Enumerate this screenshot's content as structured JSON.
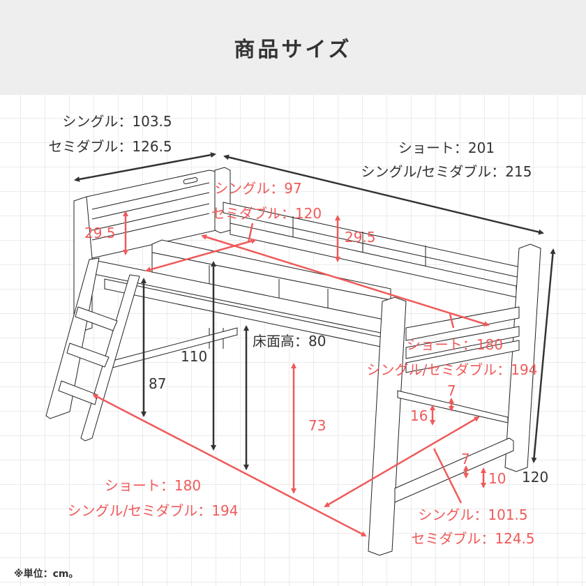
{
  "header": {
    "title": "商品サイズ",
    "background": "#eeeeee"
  },
  "colors": {
    "dimension_dark": "#333333",
    "dimension_red": "#ef5a5a",
    "grid": "#ebebeb",
    "line_art": "#222222"
  },
  "labels": {
    "width_overall": {
      "single": "シングル：103.5",
      "semi_double": "セミダブル：126.5"
    },
    "length_overall": {
      "short": "ショート：201",
      "single_semi": "シングル/セミダブル：215"
    },
    "inner_width": {
      "single": "シングル：97",
      "semi_double": "セミダブル：120"
    },
    "headboard_height": "29.5",
    "guard_height": "29.5",
    "inner_length": {
      "short": "ショート：180",
      "single_semi": "シングル/セミダブル：194"
    },
    "ladder_clearance": "87",
    "guard_top_height": "110",
    "floor_height": "床面高：80",
    "under_clearance": "73",
    "rail_thickness_upper": "7",
    "rail_gap_upper": "16",
    "rail_thickness_lower": "7",
    "rail_gap_lower": "10",
    "total_height": "120",
    "under_length": {
      "short": "ショート：180",
      "single_semi": "シングル/セミダブル：194"
    },
    "under_width": {
      "single": "シングル：101.5",
      "semi_double": "セミダブル：124.5"
    }
  },
  "footer": {
    "note": "※単位：cm。"
  }
}
